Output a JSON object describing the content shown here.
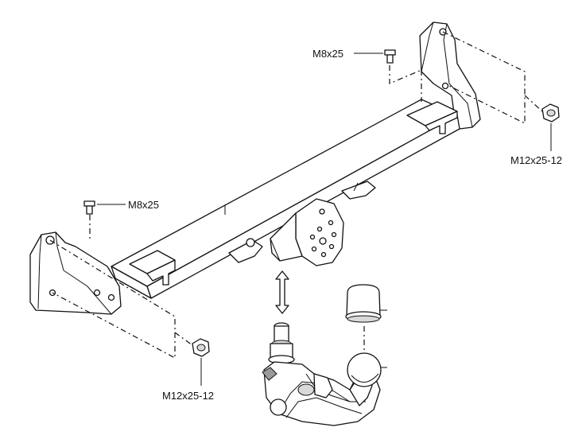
{
  "labels": {
    "bolt_top": "M8x25",
    "bolt_left": "M8x25",
    "nut_right": "M12x25-12",
    "nut_bottom": "M12x25-12"
  }
}
